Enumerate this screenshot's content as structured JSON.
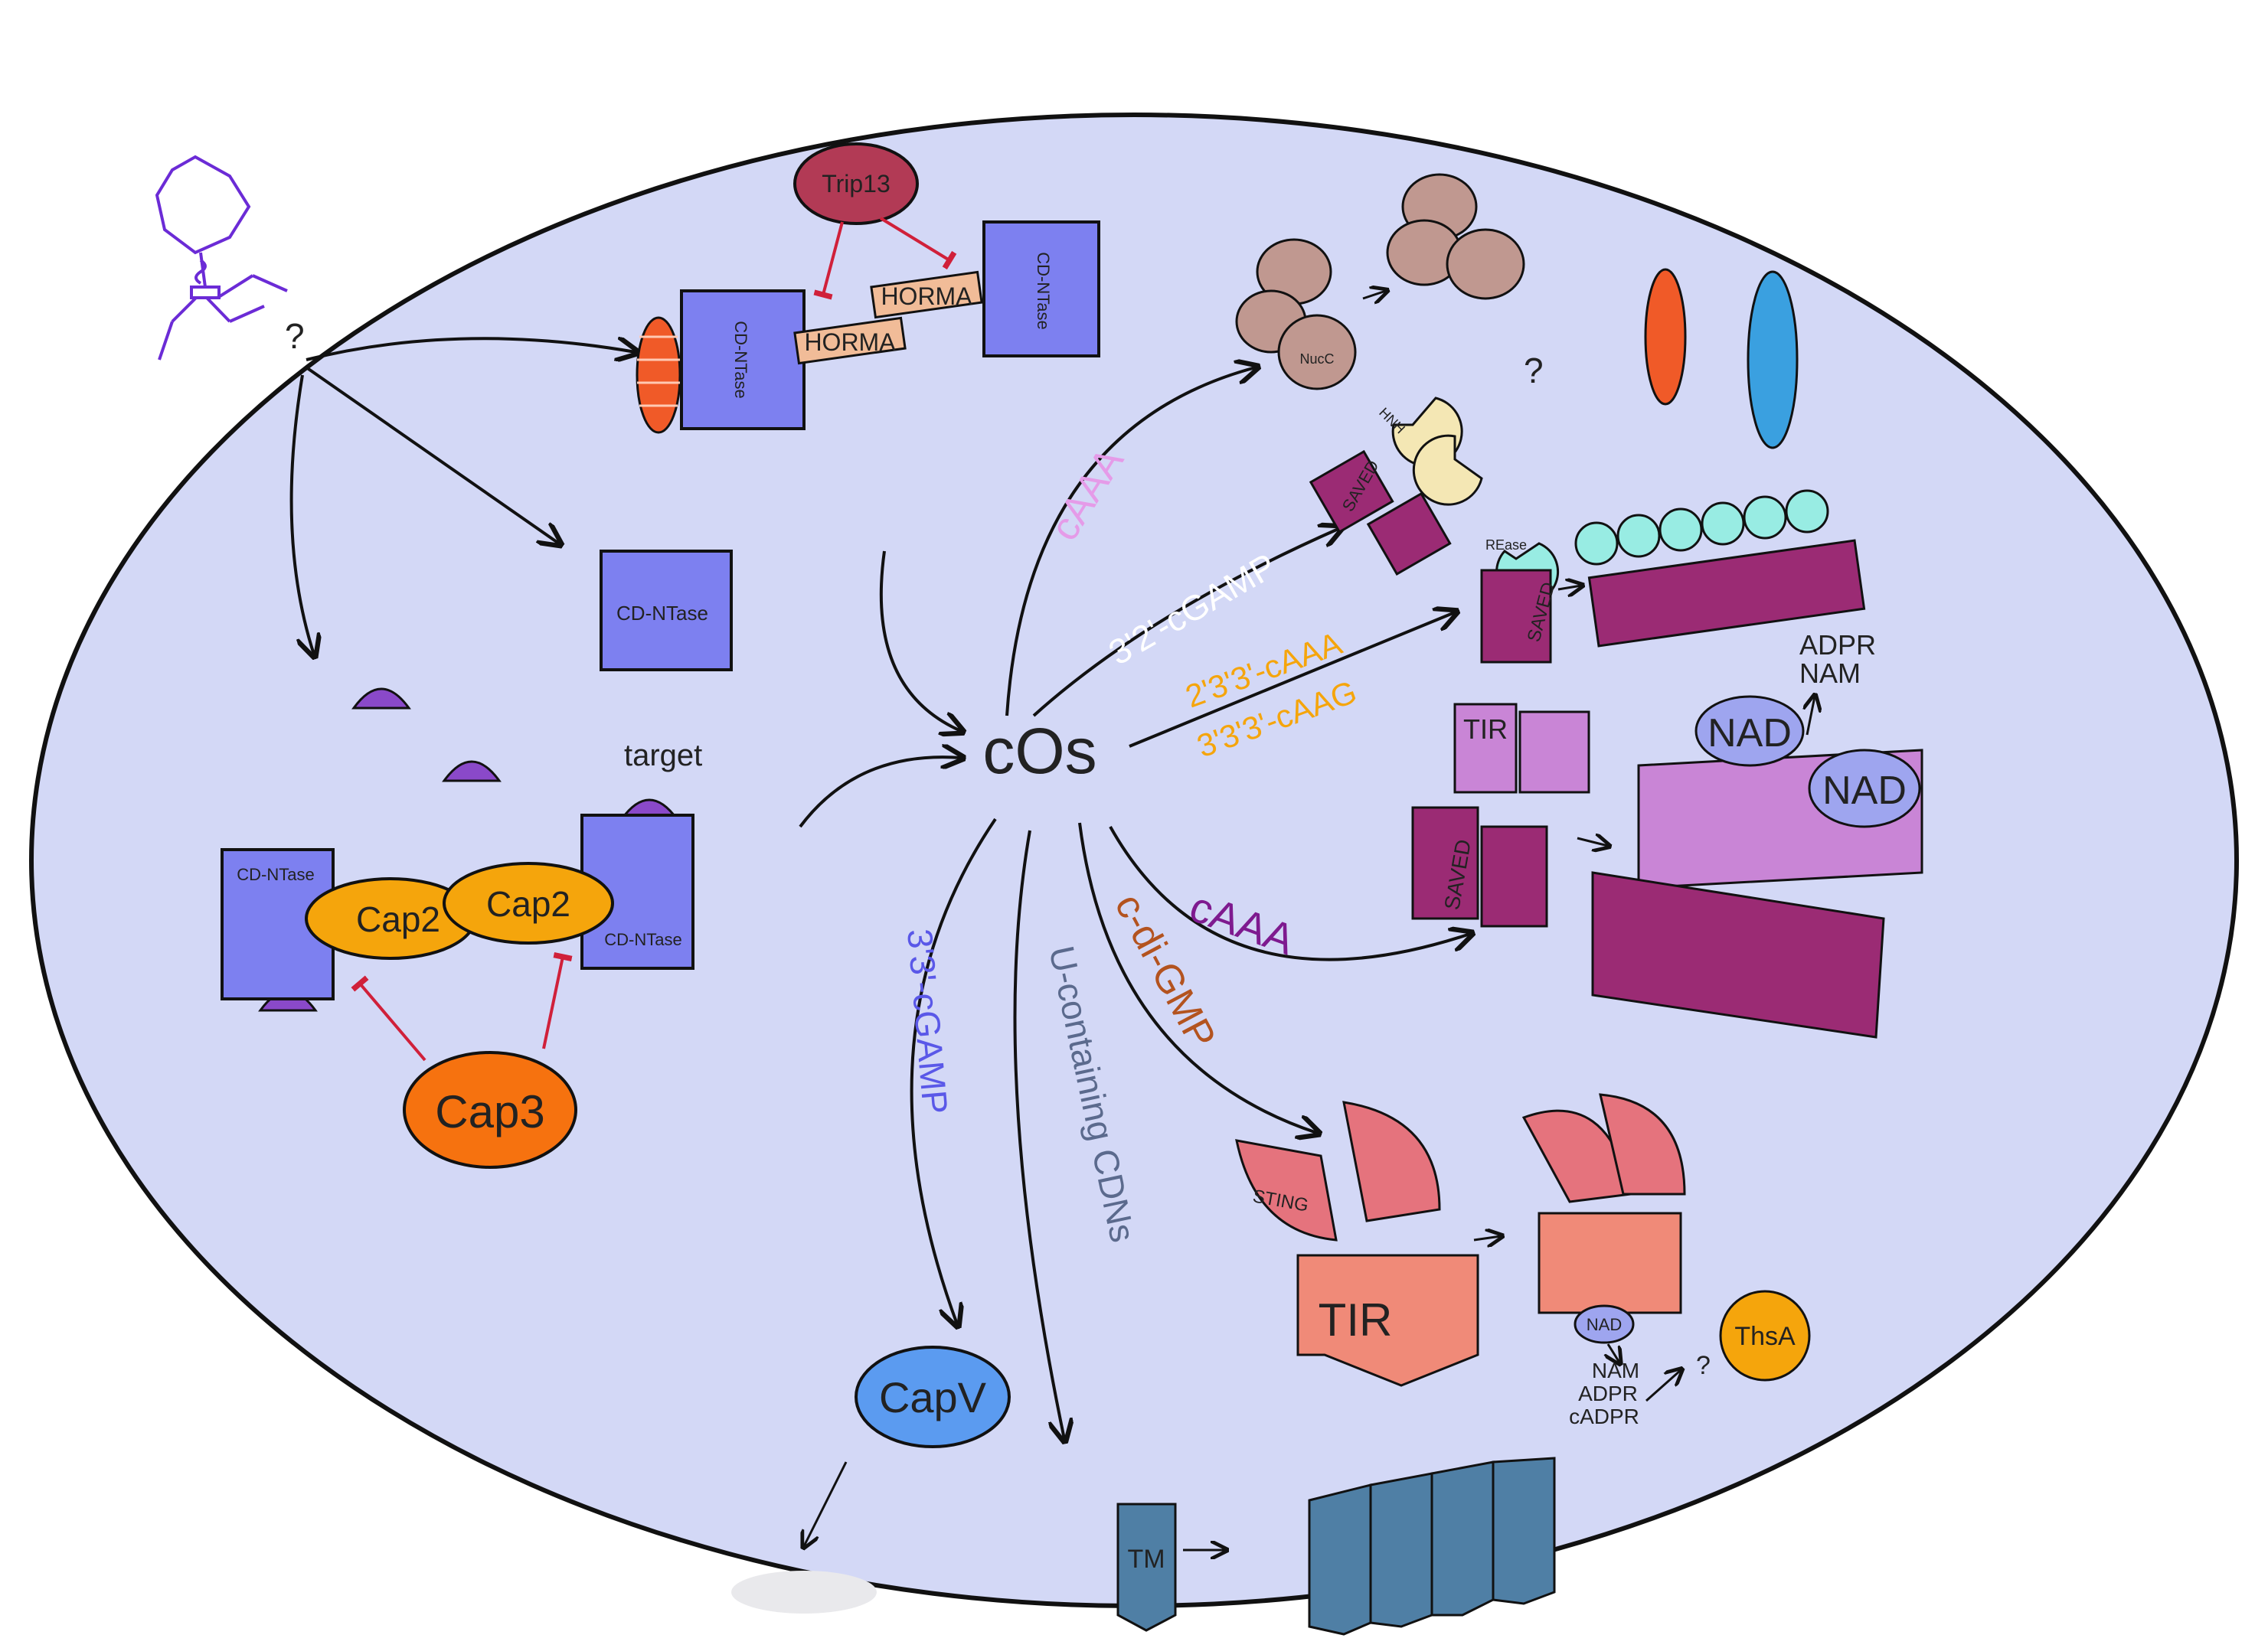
{
  "colors": {
    "cell": "#d3d8f6",
    "cdntase": "#7d80f0",
    "saved": "#9b2b74",
    "tir_light": "#c985d6",
    "sting": "#e5737d",
    "tir_salmon": "#f08a78",
    "orange": "#f5a50c",
    "cap3": "#f6720f",
    "capv": "#5b9bf0",
    "tm": "#4f7fa5",
    "nucc": "#c09890",
    "horma": "#f1bc98",
    "trip13": "#b23a55",
    "hnh": "#f4e7b4",
    "rease": "#98ece3",
    "purple_small": "#8a49c9",
    "nad": "#9ea5ef"
  },
  "center": {
    "label": "cOs"
  },
  "top": {
    "question": "?",
    "question2": "?",
    "question3": "?",
    "trip13": "Trip13",
    "horma1": "HORMA",
    "horma2": "HORMA",
    "cdntase_top_left": "CD-NTase",
    "cdntase_top_right": "CD-NTase",
    "cdntase_middle": "CD-NTase"
  },
  "left": {
    "target": "target",
    "cdntase_left": "CD-NTase",
    "cdntase_right": "CD-NTase",
    "cap2_left": "Cap2",
    "cap2_right": "Cap2",
    "cap3": "Cap3"
  },
  "pathways": {
    "caaa_top": "cAAA",
    "cgamp_32": "3'2'-cGAMP",
    "caaa_2333": "2'3'3'-cAAA",
    "caag_3333": "3'3'3'-cAAG",
    "caaa_mid": "cAAA",
    "cdigmp": "c-di-GMP",
    "ucdn": "U-containing CDNs",
    "cgamp_33": "3'3'-cGAMP"
  },
  "effectors": {
    "nucc": "NucC",
    "hnh": "HNH",
    "saved1": "SAVED",
    "rease": "REase",
    "saved2": "SAVED",
    "tir_small": "TIR",
    "saved3": "SAVED",
    "nad1": "NAD",
    "nad2": "NAD",
    "adpr": "ADPR",
    "nam": "NAM",
    "sting": "STING",
    "tir_big": "TIR",
    "nad_small": "NAD",
    "prod_nam": "NAM",
    "prod_adpr": "ADPR",
    "prod_cadpr": "cADPR",
    "thsa": "ThsA",
    "capv": "CapV",
    "tm": "TM"
  }
}
